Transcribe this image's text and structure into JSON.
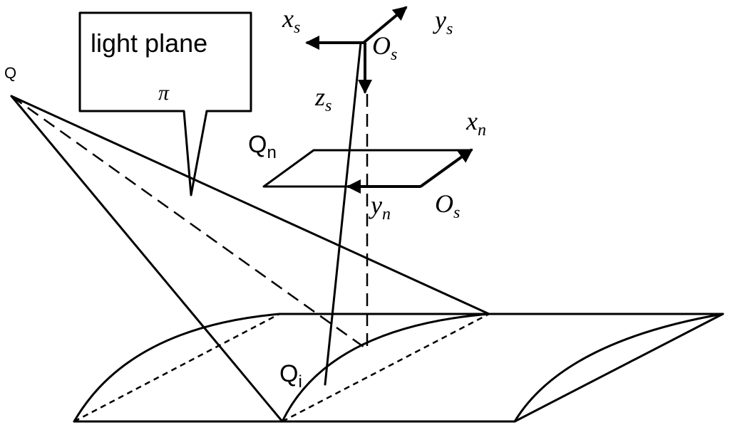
{
  "labels": {
    "Q": "Q",
    "callout": "light plane",
    "pi": "π",
    "xs": "x",
    "xs_sub": "s",
    "ys": "y",
    "ys_sub": "s",
    "Os_top": "O",
    "Os_top_sub": "s",
    "zs": "z",
    "zs_sub": "s",
    "Qn": "Q",
    "Qn_sub": "n",
    "xn": "x",
    "xn_sub": "n",
    "yn": "y",
    "yn_sub": "n",
    "Os_mid": "O",
    "Os_mid_sub": "s",
    "Qi": "Q",
    "Qi_sub": "i"
  }
}
